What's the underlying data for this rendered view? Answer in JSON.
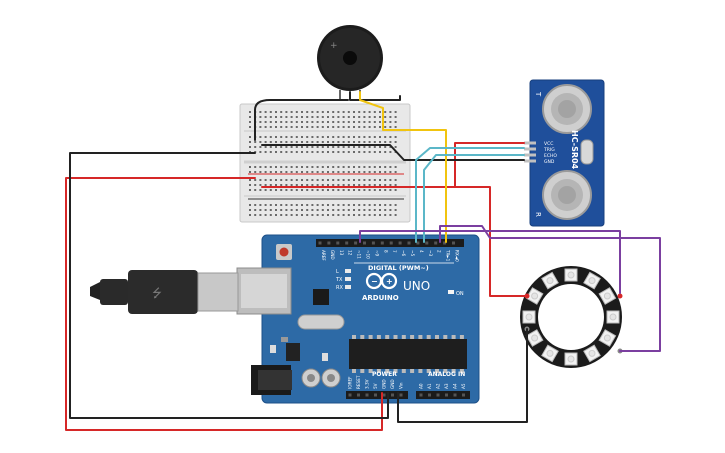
{
  "diagram": {
    "arduino": {
      "logo_text": "ARDUINO",
      "model": "UNO",
      "digital_header_label": "DIGITAL (PWM~)",
      "power_label": "POWER",
      "analog_label": "ANALOG IN",
      "on_label": "ON",
      "led_labels": [
        "L",
        "TX",
        "RX"
      ],
      "top_pins": [
        "AREF",
        "GND",
        "13",
        "12",
        "~11",
        "~10",
        "~9",
        "8",
        "7",
        "~6",
        "~5",
        "4",
        "~3",
        "2",
        "TX►1",
        "RX◄0"
      ],
      "power_pins": [
        "IOREF",
        "RESET",
        "3.3V",
        "5V",
        "GND",
        "GND",
        "Vin"
      ],
      "analog_pins": [
        "A0",
        "A1",
        "A2",
        "A3",
        "A4",
        "A5"
      ]
    },
    "ultrasonic": {
      "model": "HC-SR04",
      "pins": [
        "VCC",
        "TRIG",
        "ECHO",
        "GND"
      ]
    },
    "colors": {
      "board": "#2d6aa6",
      "wire_red": "#d62828",
      "wire_black": "#222222",
      "wire_yellow": "#f1c40f",
      "wire_cyan": "#5bb7c8",
      "wire_purple": "#7b3fa0",
      "breadboard": "#e6e6e6"
    }
  }
}
